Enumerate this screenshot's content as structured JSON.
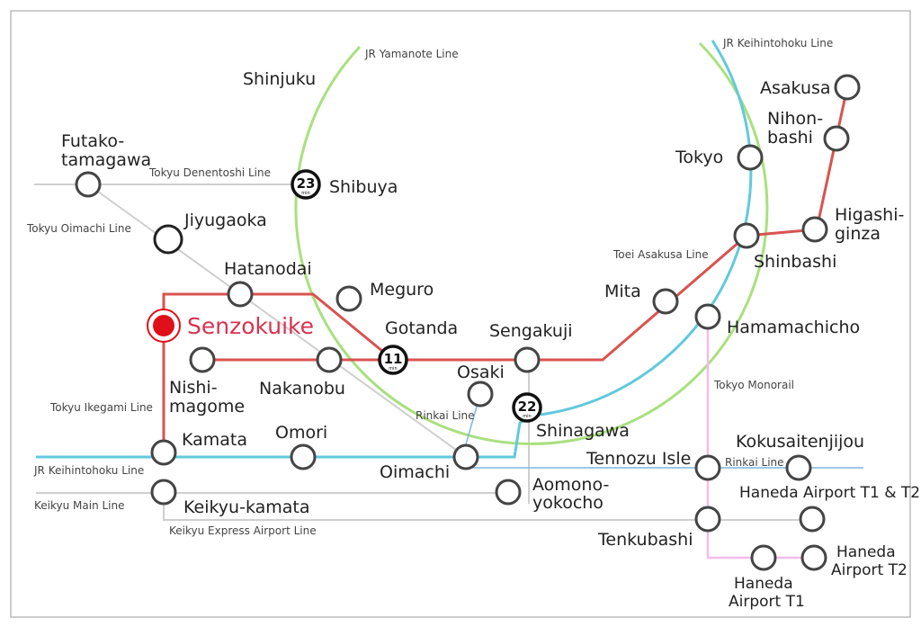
{
  "colors": {
    "yamanote": "#a9e07f",
    "keihin": "#62c9dc",
    "tokyu": "#d9534f",
    "grey": "#cfcfcf",
    "rinkai": "#7fb6e0",
    "monorail": "#f2bde9",
    "home": "#e0101a"
  },
  "home": {
    "name": "Senzokuike"
  },
  "lines": {
    "yamanote": "JR Yamanote Line",
    "keihin_top": "JR Keihintohoku Line",
    "denentoshi": "Tokyu Denentoshi Line",
    "oimachi": "Tokyu Oimachi Line",
    "ikegami": "Tokyu Ikegami Line",
    "keihin_bottom": "JR Keihintohoku Line",
    "keikyu_main": "Keikyu Main Line",
    "keikyu_airport": "Keikyu Express Airport Line",
    "rinkai_1": "Rinkai Line",
    "rinkai_2": "Rinkai Line",
    "asakusa": "Toei Asakusa Line",
    "monorail": "Tokyo Monorail"
  },
  "stations": {
    "shinjuku": "Shinjuku",
    "futako_1": "Futako-",
    "futako_2": "tamagawa",
    "shibuya": "Shibuya",
    "jiyugaoka": "Jiyugaoka",
    "hatanodai": "Hatanodai",
    "meguro": "Meguro",
    "gotanda": "Gotanda",
    "sengakuji": "Sengakuji",
    "nishi_1": "Nishi-",
    "nishi_2": "magome",
    "nakanobu": "Nakanobu",
    "osaki": "Osaki",
    "shinagawa": "Shinagawa",
    "kamata": "Kamata",
    "omori": "Omori",
    "oimachi": "Oimachi",
    "keikyu_kamata": "Keikyu-kamata",
    "aomono_1": "Aomono-",
    "aomono_2": "yokocho",
    "asakusa": "Asakusa",
    "nihon_1": "Nihon-",
    "nihon_2": "bashi",
    "tokyo": "Tokyo",
    "higashi_1": "Higashi-",
    "higashi_2": "ginza",
    "shinbashi": "Shinbashi",
    "mita": "Mita",
    "hamamachicho": "Hamamachicho",
    "tennozu": "Tennozu Isle",
    "kokusai": "Kokusaitenjijou",
    "haneda12": "Haneda Airport T1 & T2",
    "tenkubashi": "Tenkubashi",
    "hanedaT1_1": "Haneda",
    "hanedaT1_2": "Airport T1",
    "hanedaT2_1": "Haneda",
    "hanedaT2_2": "Airport T2"
  },
  "badges": {
    "shibuya": {
      "num": "23",
      "unit": "min"
    },
    "gotanda": {
      "num": "11",
      "unit": "min"
    },
    "shinagawa": {
      "num": "22",
      "unit": "min"
    }
  }
}
